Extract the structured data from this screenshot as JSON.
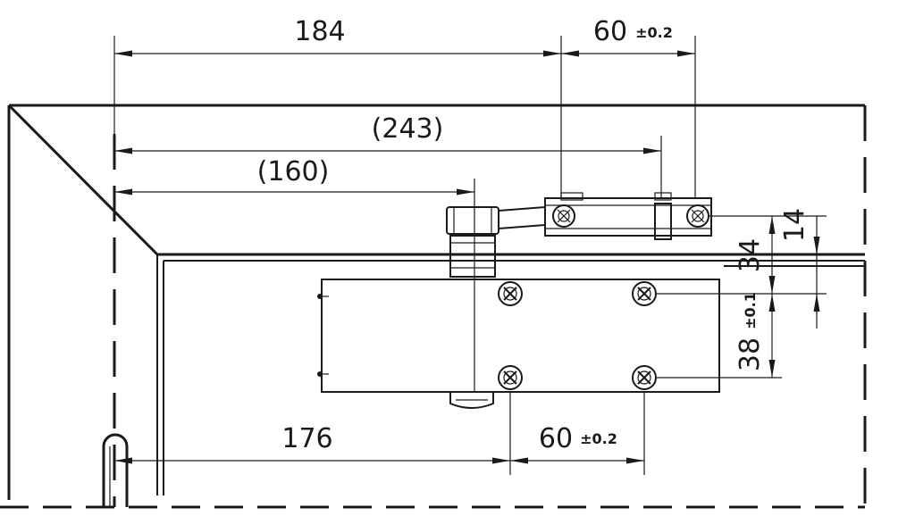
{
  "dimensions": {
    "d184": "184",
    "d60_top": "60",
    "d60_top_tol": "±0.2",
    "d243": "(243)",
    "d160": "(160)",
    "d176": "176",
    "d60_bottom": "60",
    "d60_bottom_tol": "±0.2",
    "d34": "34",
    "d14": "14",
    "d38": "38",
    "d38_tol": "±0.1"
  }
}
